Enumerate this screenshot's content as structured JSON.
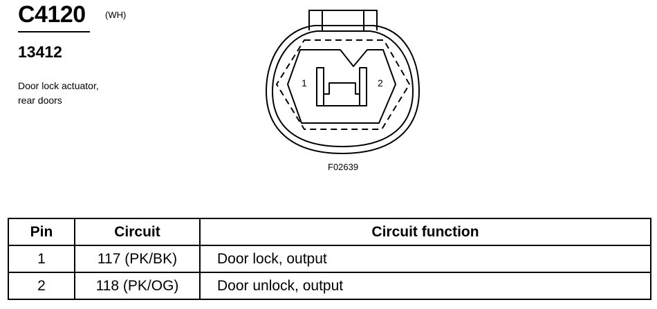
{
  "connector": {
    "id": "C4120",
    "color_code": "(WH)",
    "part_number": "13412",
    "description_lines": [
      "Door lock actuator,",
      "rear doors"
    ]
  },
  "diagram": {
    "pin_labels": [
      "1",
      "2"
    ],
    "figure_id": "F02639"
  },
  "table": {
    "headers": [
      "Pin",
      "Circuit",
      "Circuit function"
    ],
    "rows": [
      {
        "pin": "1",
        "circuit": "117 (PK/BK)",
        "function": "Door lock, output"
      },
      {
        "pin": "2",
        "circuit": "118 (PK/OG)",
        "function": "Door unlock, output"
      }
    ]
  }
}
